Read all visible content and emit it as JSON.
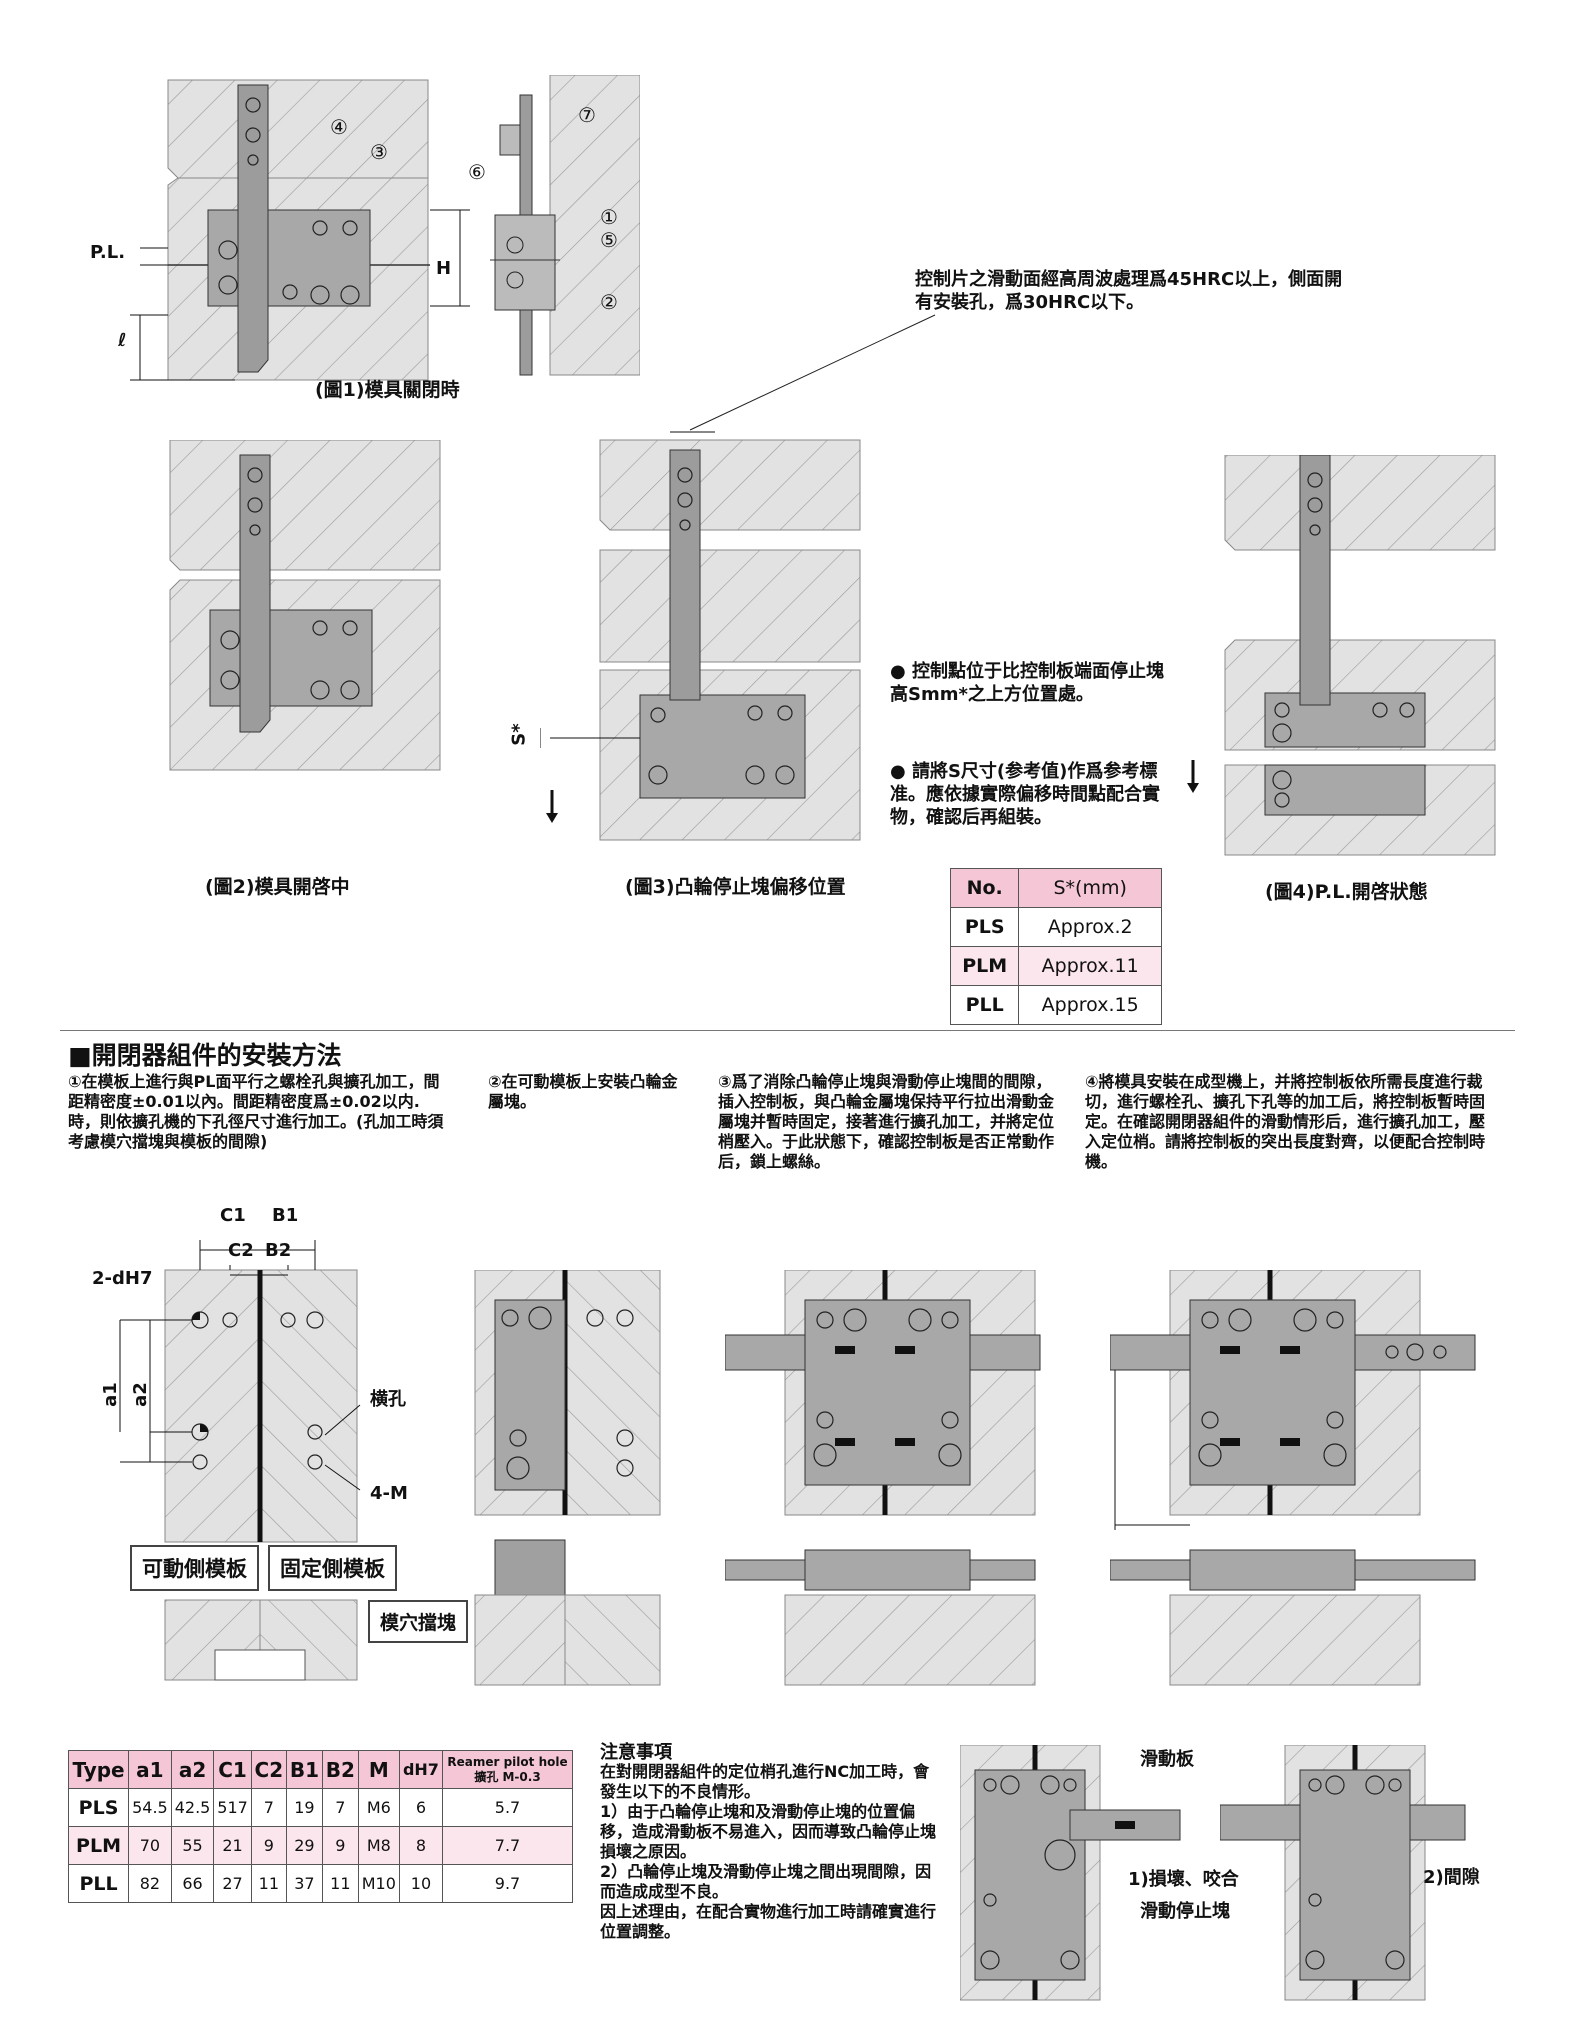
{
  "captions": {
    "fig1": "(圖1)模具關閉時",
    "fig2": "(圖2)模具開啓中",
    "fig3": "(圖3)凸輪停止塊偏移位置",
    "fig4": "(圖4)P.L.開啓狀態"
  },
  "fig1_labels": {
    "pl": "P.L.",
    "h": "H",
    "l": "ℓ",
    "n1": "①",
    "n2": "②",
    "n3": "③",
    "n4": "④",
    "n5": "⑤",
    "n6": "⑥",
    "n7": "⑦"
  },
  "callout_top": "控制片之滑動面經高周波處理爲45HRC以上，側面開有安裝孔，爲30HRC以下。",
  "fig3_s": "S*",
  "notes": {
    "note1": "● 控制點位于比控制板端面停止塊高Smm*之上方位置處。",
    "note2": "● 請將S尺寸(参考值)作爲参考標准。應依據實際偏移時間點配合實物，確認后再組裝。"
  },
  "s_table": {
    "headers": [
      "No.",
      "S*(mm)"
    ],
    "rows": [
      [
        "PLS",
        "Approx.2"
      ],
      [
        "PLM",
        "Approx.11"
      ],
      [
        "PLL",
        "Approx.15"
      ]
    ]
  },
  "section_title": "■開閉器組件的安裝方法",
  "steps": {
    "s1": "①在模板上進行與PL面平行之螺栓孔與擴孔加工，間距精密度±0.01以內。間距精密度爲±0.02以内.時，則依擴孔機的下孔徑尺寸進行加工。(孔加工時須考慮模穴擋塊與模板的間隙)",
    "s2": "②在可動模板上安裝凸輪金屬塊。",
    "s3": "③爲了消除凸輪停止塊與滑動停止塊間的間隙，插入控制板，與凸輪金屬塊保持平行拉出滑動金屬塊并暫時固定，接著進行擴孔加工，并將定位梢壓入。于此狀態下，確認控制板是否正常動作后，鎖上螺絲。",
    "s4": "④將模具安裝在成型機上，并將控制板依所需長度進行裁切，進行螺栓孔、擴孔下孔等的加工后，將控制板暫時固定。在確認開閉器組件的滑動情形后，進行擴孔加工，壓入定位梢。請將控制板的突出長度對齊，以便配合控制時機。"
  },
  "dim_labels": {
    "c1": "C1",
    "b1": "B1",
    "c2": "C2",
    "b2": "B2",
    "dh7": "2-dH7",
    "a1": "a1",
    "a2": "a2",
    "reamer": "横孔",
    "m4": "4-M",
    "movable": "可動側模板",
    "fixed": "固定側模板",
    "cavity": "模穴擋塊"
  },
  "dim_table": {
    "headers": [
      "Type",
      "a1",
      "a2",
      "C1",
      "C2",
      "B1",
      "B2",
      "M",
      "dH7",
      "Reamer pilot hole 擴孔 M-0.3"
    ],
    "rows": [
      [
        "PLS",
        "54.5",
        "42.5",
        "517",
        "7",
        "19",
        "7",
        "M6",
        "6",
        "5.7"
      ],
      [
        "PLM",
        "70",
        "55",
        "21",
        "9",
        "29",
        "9",
        "M8",
        "8",
        "7.7"
      ],
      [
        "PLL",
        "82",
        "66",
        "27",
        "11",
        "37",
        "11",
        "M10",
        "10",
        "9.7"
      ]
    ]
  },
  "caution": {
    "title": "注意事項",
    "body": "在對開閉器組件的定位梢孔進行NC加工時，會發生以下的不良情形。\n1）由于凸輪停止塊和及滑動停止塊的位置偏移，造成滑動板不易進入，因而導致凸輪停止塊損壞之原因。\n2）凸輪停止塊及滑動停止塊之間出現間隙，因而造成成型不良。\n因上述理由，在配合實物進行加工時請確實進行位置調整。"
  },
  "bottom_labels": {
    "slide": "滑動板",
    "damage": "1)損壞、咬合",
    "stopper": "滑動停止塊",
    "gap": "2)間隙"
  }
}
